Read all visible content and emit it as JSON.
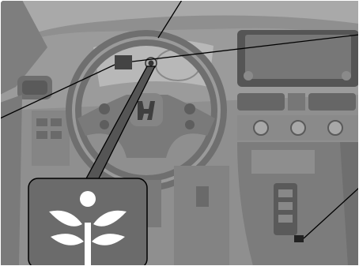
{
  "figure": {
    "kind": "vehicle-cockpit-illustration",
    "callouts": [
      {
        "id": "top",
        "target": "instrument-cluster-top"
      },
      {
        "id": "upper-right",
        "target": "multi-information-display"
      },
      {
        "id": "left",
        "target": "indicator-light-area"
      },
      {
        "id": "right",
        "target": "center-console-switch"
      },
      {
        "id": "inset",
        "target": "eco-indicator-light"
      }
    ],
    "inset_icon": "eco-leaf-icon",
    "colors": {
      "background": "#8e8e8e",
      "panel": "#a4a4a4",
      "dark": "#4a4a4a",
      "inset_bg": "#6a6a6a",
      "icon": "#ffffff",
      "callout_line": "#000000"
    }
  }
}
